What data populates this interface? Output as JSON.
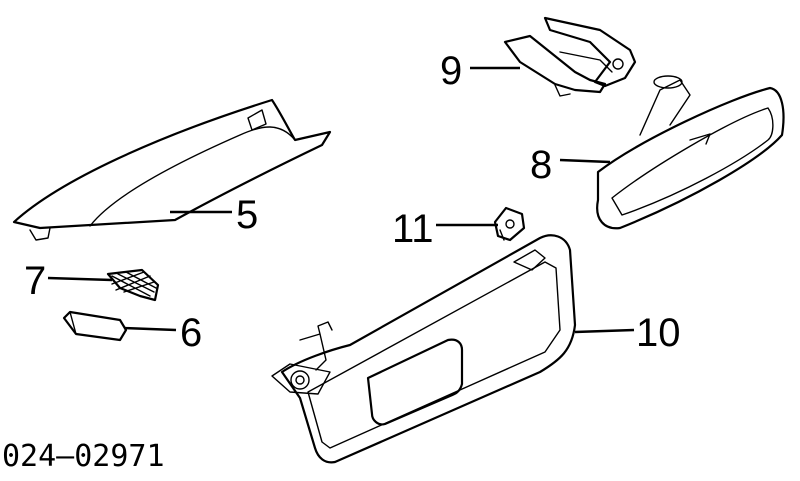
{
  "callouts": {
    "c5": "5",
    "c6": "6",
    "c7": "7",
    "c8": "8",
    "c9": "9",
    "c10": "10",
    "c11": "11"
  },
  "diagram_code": "024–02971"
}
